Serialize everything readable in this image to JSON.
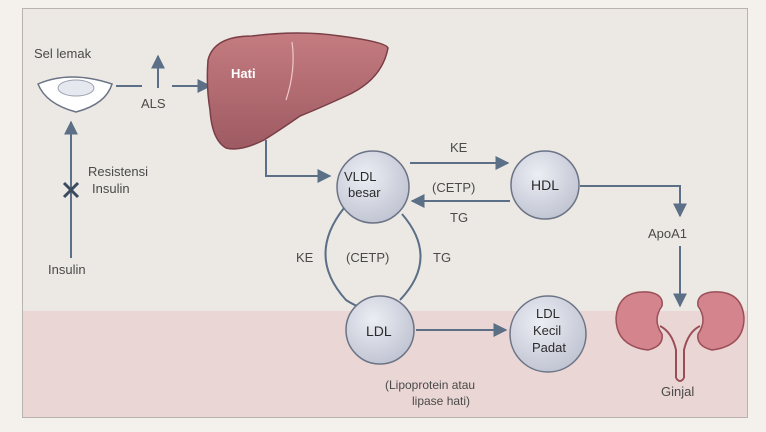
{
  "labels": {
    "sel_lemak": "Sel lemak",
    "als": "ALS",
    "hati": "Hati",
    "resistensi": "Resistensi",
    "insulin_lbl": "Insulin",
    "insulin": "Insulin",
    "vldl": "VLDL",
    "besar": "besar",
    "hdl": "HDL",
    "ke_top": "KE",
    "cetp_top": "(CETP)",
    "tg_top": "TG",
    "ke_left": "KE",
    "cetp_mid": "(CETP)",
    "tg_mid": "TG",
    "ldl": "LDL",
    "ldl_kecil_1": "LDL",
    "ldl_kecil_2": "Kecil",
    "ldl_kecil_3": "Padat",
    "lipo_1": "(Lipoprotein atau",
    "lipo_2": "lipase hati)",
    "apoa1": "ApoA1",
    "ginjal": "Ginjal"
  },
  "colors": {
    "arrow": "#5b6f86",
    "liver": "#b36a70",
    "circle_fill": "#d6d8e2",
    "circle_stroke": "#6b7386",
    "kidney": "#d4848c",
    "inhibit": "#3c4a60"
  }
}
